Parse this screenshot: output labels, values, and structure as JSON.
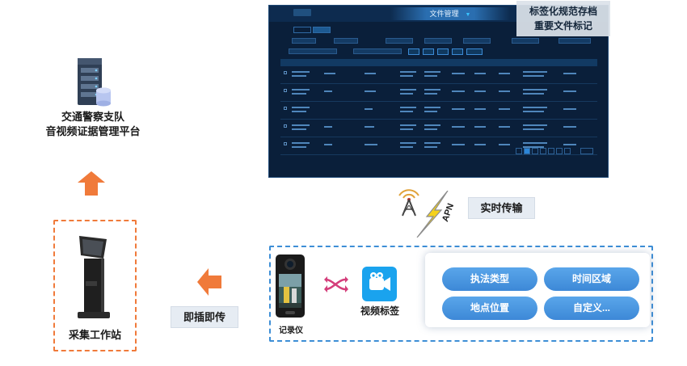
{
  "platform": {
    "title_line1": "交通警察支队",
    "title_line2": "音视频证据管理平台"
  },
  "workstation": {
    "label": "采集工作站"
  },
  "plug_and_transfer": {
    "label": "即插即传"
  },
  "realtime": {
    "label": "实时传输",
    "apn": "APN"
  },
  "recorder": {
    "label": "记录仪"
  },
  "video_tag": {
    "label": "视频标签"
  },
  "tags": [
    "执法类型",
    "时间区域",
    "地点位置",
    "自定义..."
  ],
  "screenshot": {
    "title": "文件管理",
    "note_line1": "标签化规范存档",
    "note_line2": "重要文件标记"
  },
  "colors": {
    "orange": "#f07a3a",
    "blue_dash": "#3d8ed6",
    "pill": "#4a97e0",
    "screen_bg": "#0a1f3a"
  }
}
